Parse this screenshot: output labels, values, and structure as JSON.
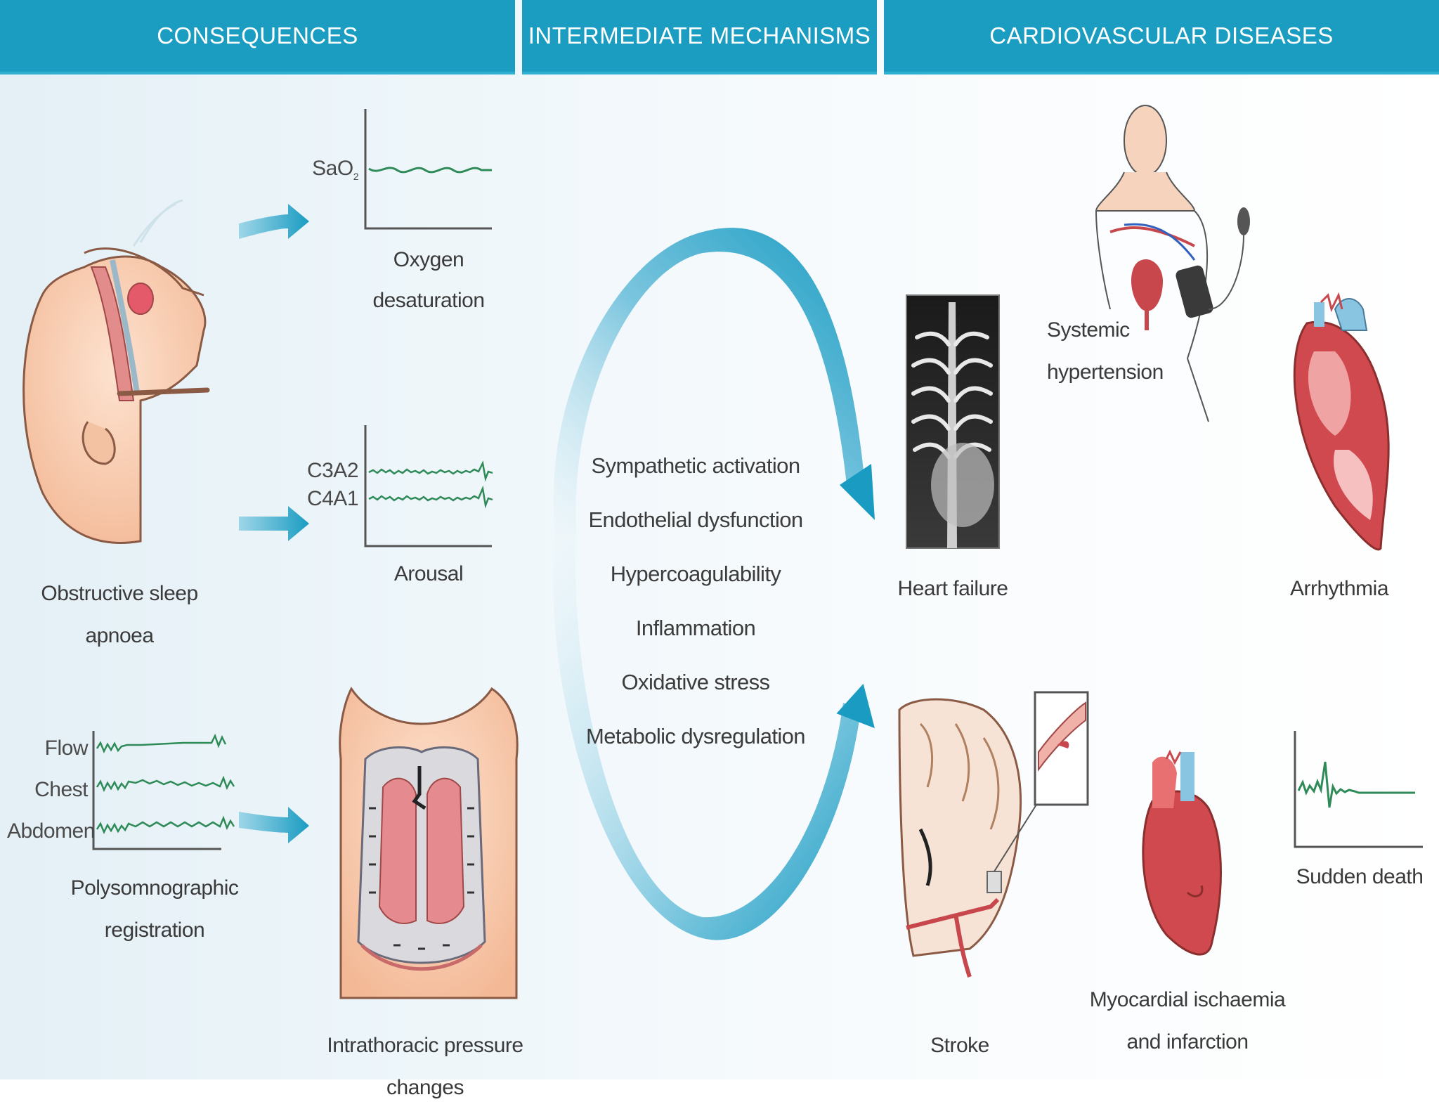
{
  "headers": {
    "consequences": "CONSEQUENCES",
    "mechanisms": "INTERMEDIATE MECHANISMS",
    "diseases": "CARDIOVASCULAR DISEASES"
  },
  "left": {
    "osa_label": "Obstructive sleep apnoea",
    "psg_trace_labels": [
      "Flow",
      "Chest",
      "Abdomen"
    ],
    "psg_label_line1": "Polysomnographic",
    "psg_label_line2": "registration"
  },
  "consequences": {
    "sao2_axis": "SaO",
    "sao2_sub": "2",
    "oxygen_line1": "Oxygen",
    "oxygen_line2": "desaturation",
    "eeg_axis1": "C3A2",
    "eeg_axis2": "C4A1",
    "arousal": "Arousal",
    "thoracic": "Intrathoracic pressure changes"
  },
  "mechanisms": [
    "Sympathetic activation",
    "Endothelial dysfunction",
    "Hypercoagulability",
    "Inflammation",
    "Oxidative stress",
    "Metabolic dysregulation"
  ],
  "diseases": {
    "hypertension_line1": "Systemic",
    "hypertension_line2": "hypertension",
    "heart_failure": "Heart failure",
    "arrhythmia": "Arrhythmia",
    "stroke": "Stroke",
    "mi_line1": "Myocardial ischaemia",
    "mi_line2": "and infarction",
    "sudden_death": "Sudden death"
  },
  "colors": {
    "header_bg": "#1b9dc1",
    "arrow": "#1e9ec3",
    "trace_green": "#2e8b57",
    "tissue_red": "#c8474c",
    "skin": "#f6c9ac"
  }
}
